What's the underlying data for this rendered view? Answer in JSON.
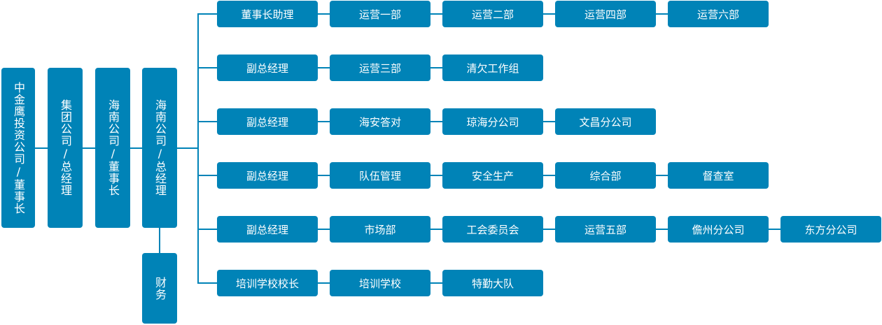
{
  "chain": [
    "中金鹰投资公司/董事长",
    "集团公司/总经理",
    "海南公司/董事长",
    "海南公司/总经理"
  ],
  "finance": "财务",
  "rows": [
    {
      "head": "董事长助理",
      "items": [
        "运营一部",
        "运营二部",
        "运营四部",
        "运营六部"
      ]
    },
    {
      "head": "副总经理",
      "items": [
        "运营三部",
        "清欠工作组"
      ]
    },
    {
      "head": "副总经理",
      "items": [
        "海安答对",
        "琼海分公司",
        "文昌分公司"
      ]
    },
    {
      "head": "副总经理",
      "items": [
        "队伍管理",
        "安全生产",
        "综合部",
        "督查室"
      ]
    },
    {
      "head": "副总经理",
      "items": [
        "市场部",
        "工会委员会",
        "运营五部",
        "儋州分公司",
        "东方分公司"
      ]
    },
    {
      "head": "培训学校校长",
      "items": [
        "培训学校",
        "特勤大队"
      ]
    }
  ],
  "colors": {
    "node": "#0083b7",
    "text": "#ffffff",
    "line": "#0083b7"
  }
}
